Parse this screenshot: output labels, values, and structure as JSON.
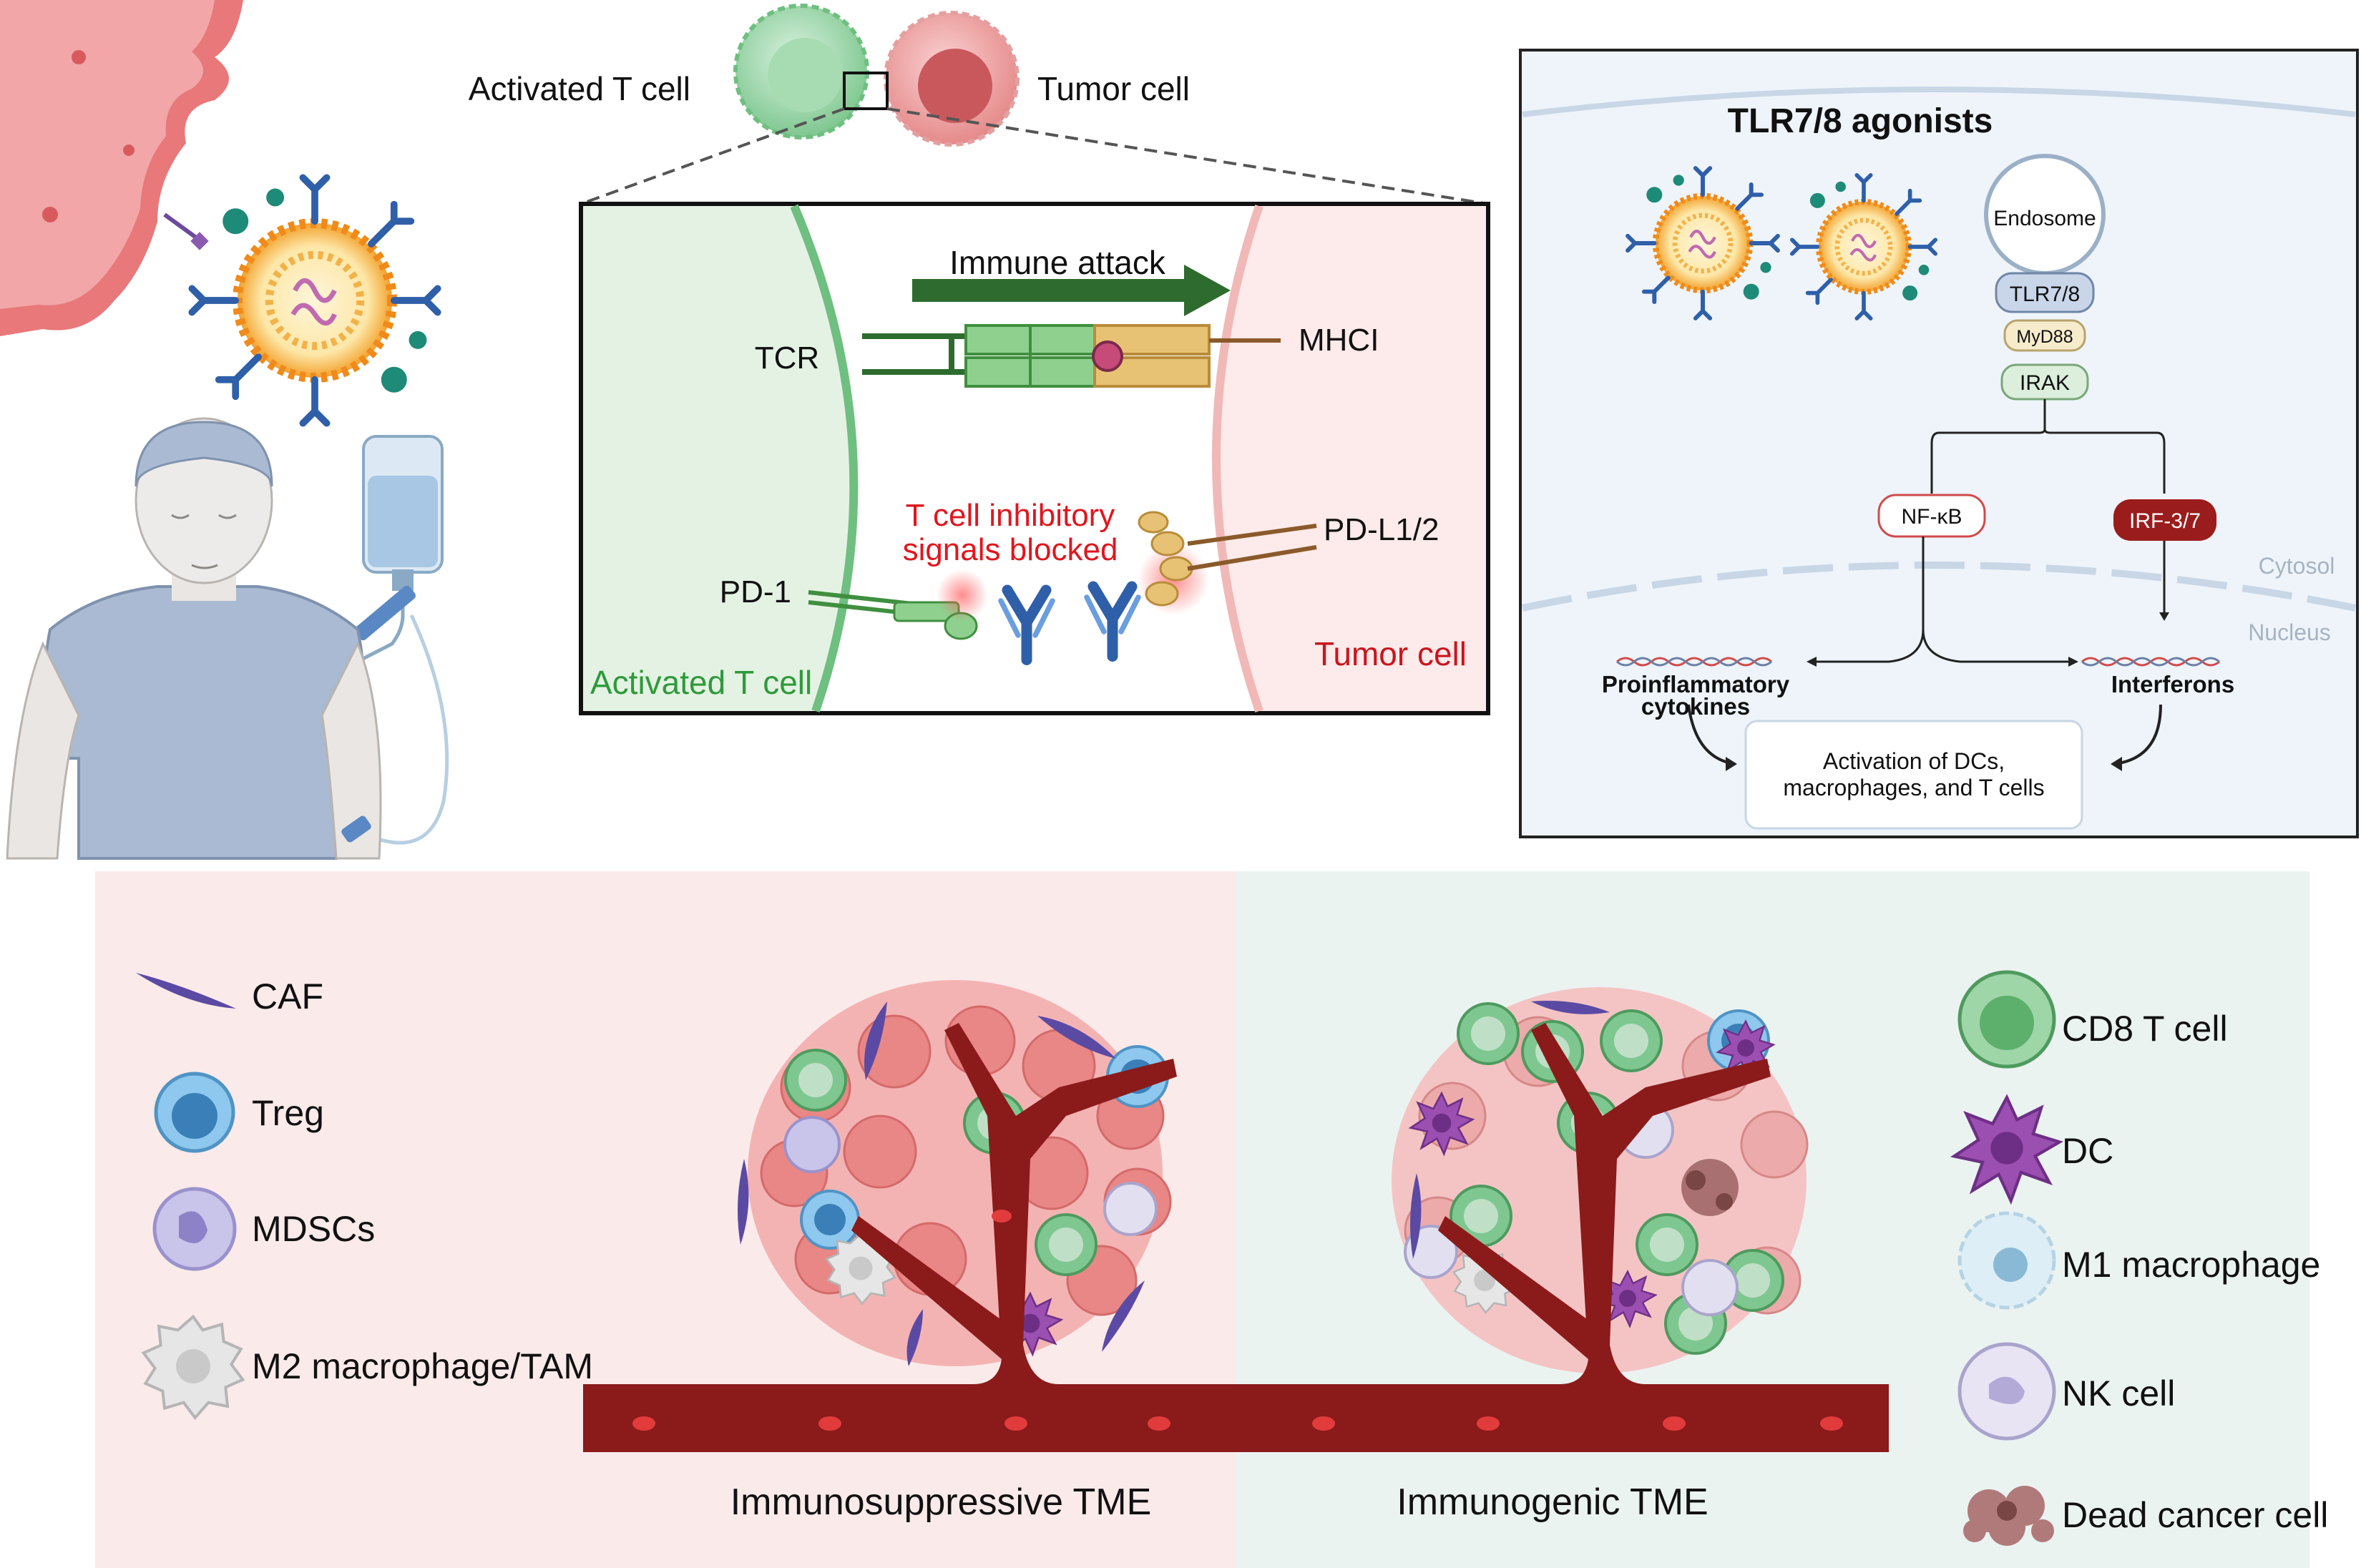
{
  "top_center": {
    "activated_t_cell": "Activated T cell",
    "tumor_cell": "Tumor cell"
  },
  "inset": {
    "immune_attack": "Immune attack",
    "tcr": "TCR",
    "mhci": "MHCI",
    "t_cell_inhibitory_line1": "T cell inhibitory",
    "t_cell_inhibitory_line2": "signals blocked",
    "pd_l1_2": "PD-L1/2",
    "pd_1": "PD-1",
    "activated_t_cell": "Activated T cell",
    "tumor_cell": "Tumor cell"
  },
  "tlr_panel": {
    "title": "TLR7/8 agonists",
    "endosome": "Endosome",
    "tlr78": "TLR7/8",
    "myd88": "MyD88",
    "irak": "IRAK",
    "nfkb": "NF-κB",
    "irf": "IRF-3/7",
    "cytosol": "Cytosol",
    "nucleus": "Nucleus",
    "proinflammatory_line1": "Proinflammatory",
    "proinflammatory_line2": "cytokines",
    "interferons": "Interferons",
    "activation_line1": "Activation of DCs,",
    "activation_line2": "macrophages, and T cells"
  },
  "tme": {
    "suppressive_label": "Immunosuppressive TME",
    "immunogenic_label": "Immunogenic TME"
  },
  "legend_left": [
    "CAF",
    "Treg",
    "MDSCs",
    "M2 macrophage/TAM"
  ],
  "legend_right": [
    "CD8 T cell",
    "DC",
    "M1 macrophage",
    "NK cell",
    "Dead cancer cell"
  ],
  "colors": {
    "t_cell_green": "#2e8b3a",
    "tumor_red": "#d0232a",
    "vessel": "#8b1a1a",
    "suppressive_bg": "#fbeaea",
    "immunogenic_bg": "#ebf3f1",
    "tlr_bg": "#eef4fa"
  }
}
